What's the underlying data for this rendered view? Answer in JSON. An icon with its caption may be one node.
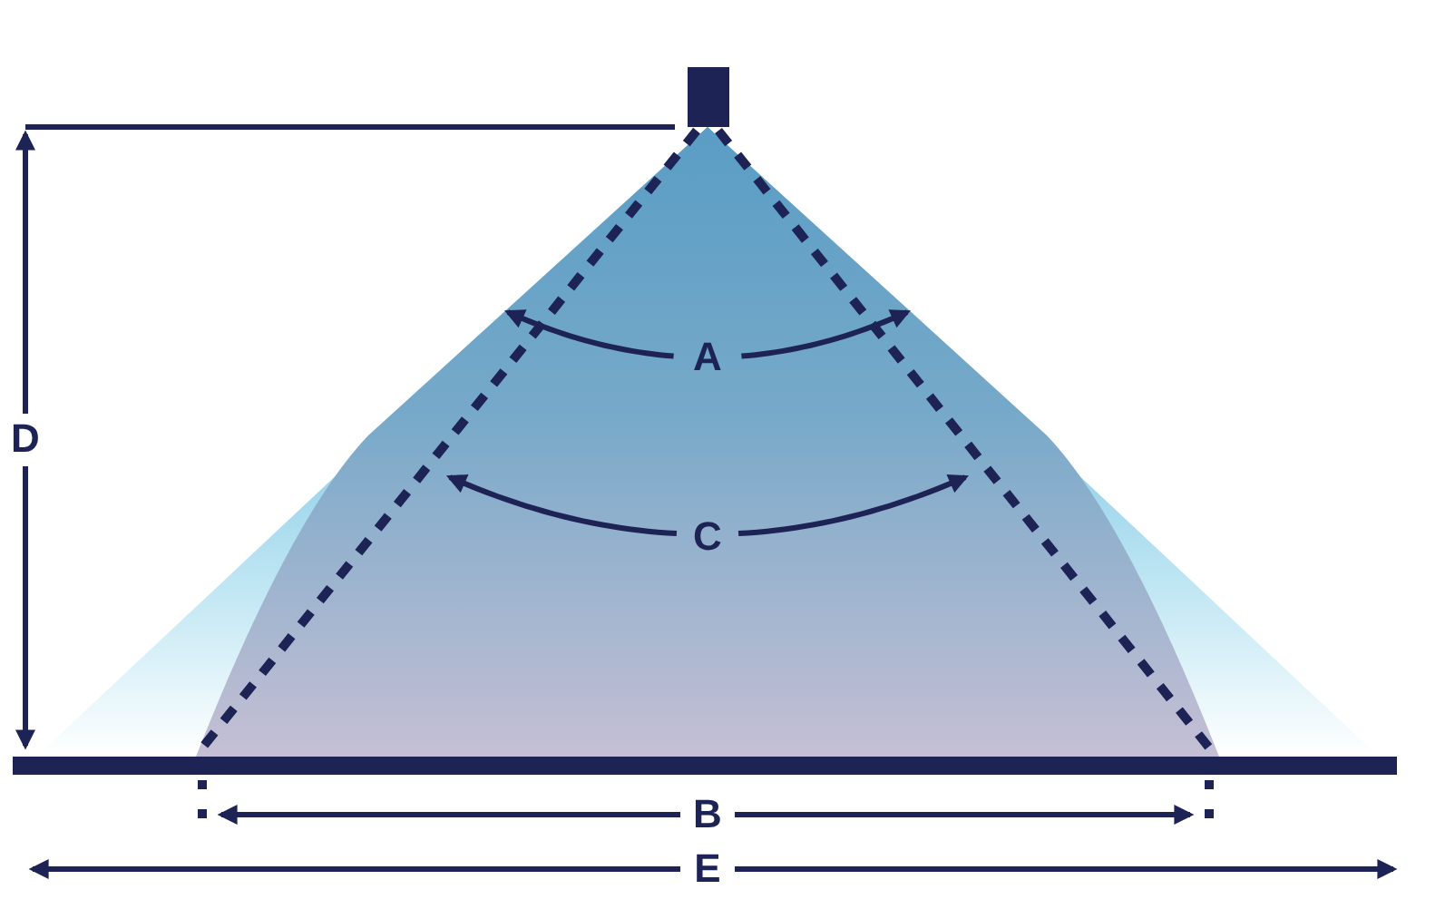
{
  "diagram": {
    "labels": [
      "A",
      "D",
      "C",
      "B",
      "E"
    ]
  }
}
